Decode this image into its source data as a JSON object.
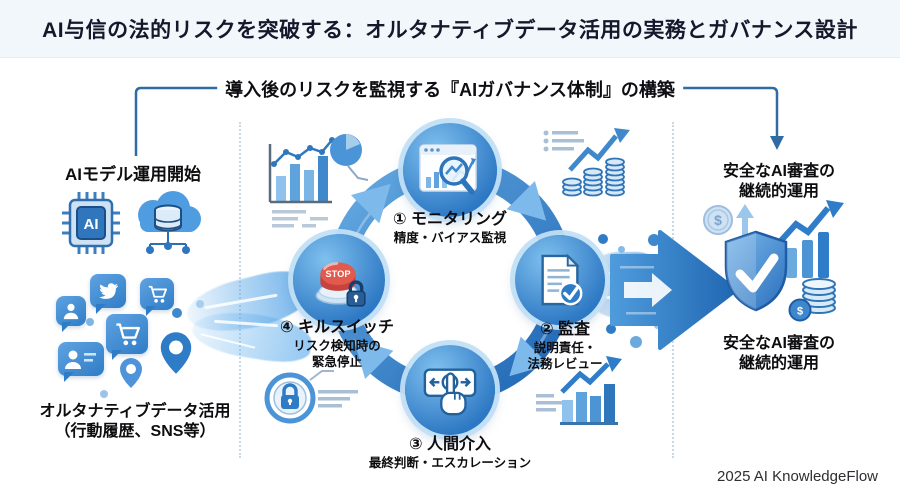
{
  "header": {
    "title": "AI与信の法的リスクを突破する：オルタナティブデータ活用の実務とガバナンス設計"
  },
  "banner": {
    "label": "導入後のリスクを監視する『AIガバナンス体制』の構築"
  },
  "left": {
    "start_label": "AIモデル運用開始",
    "chip_text": "AI",
    "alt_data_label": [
      "オルタナティブデータ活用",
      "（行動履歴、SNS等）"
    ]
  },
  "cycle": {
    "stop_button": "STOP",
    "steps": [
      {
        "title": "① モニタリング",
        "lines": [
          "精度・バイアス監視"
        ]
      },
      {
        "title": "② 監査",
        "lines": [
          "説明責任・",
          "法務レビュー"
        ]
      },
      {
        "title": "③ 人間介入",
        "lines": [
          "最終判断・エスカレーション"
        ]
      },
      {
        "title": "④ キルスイッチ",
        "lines": [
          "リスク検知時の",
          "緊急停止"
        ]
      }
    ]
  },
  "right": {
    "outcome_top": [
      "安全なAI審査の",
      "継続的運用"
    ],
    "outcome_bottom": [
      "安全なAI審査の",
      "継続的運用"
    ]
  },
  "misc": {
    "dollar": "$"
  },
  "footer": {
    "credit": "2025 AI KnowledgeFlow"
  },
  "colors": {
    "header_bg": "#f2f7fb",
    "title_color": "#14182b",
    "bracket_blue": "#2e6ca3",
    "ring_light": "#66abe2",
    "ring_dark": "#1f66b4",
    "node_blue": "#2d78c4",
    "arrowhead_blue": "#7db9ea",
    "stop_red": "#d84a41",
    "shield_light": "#7cb9ea",
    "shield_dark": "#2a6fbe",
    "muted_line": "#a9bfd6"
  },
  "icons": [
    "ai-chip-icon",
    "cloud-database-icon",
    "twitter-bird-icon",
    "shopping-cart-icon",
    "person-icon",
    "location-pin-icon",
    "monitoring-icon",
    "audit-document-icon",
    "human-touch-icon",
    "stop-button-icon",
    "padlock-icon",
    "shield-check-icon",
    "coin-icon",
    "coin-stack-icon",
    "bar-chart-icon",
    "pie-chart-icon",
    "rising-arrow-icon",
    "list-lines-icon",
    "flow-arrow-icon"
  ]
}
